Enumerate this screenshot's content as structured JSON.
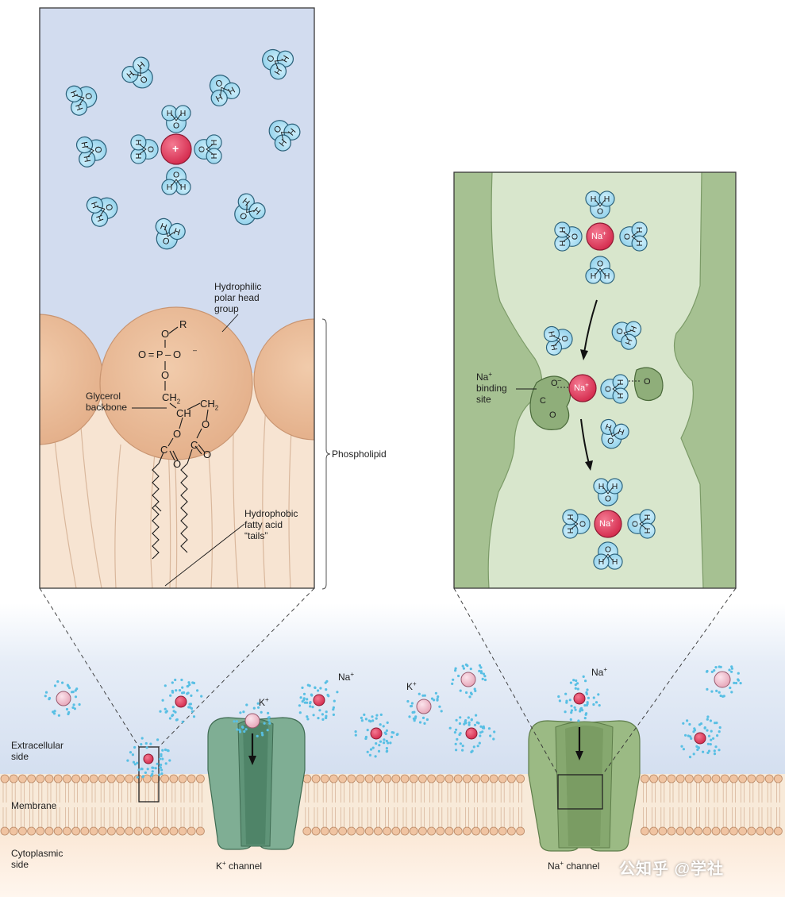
{
  "colors": {
    "extracellular_bg": "#d2dcef",
    "lipid_head": "#e9b995",
    "lipid_tail": "#f7e4d2",
    "water": "#9fd8ef",
    "cation": "#e2385a",
    "channel_green": "#6fa184",
    "channel_dark": "#4d7c62",
    "na_panel_bg": "#d9e6cd",
    "na_panel_wall": "#a7c192"
  },
  "left_panel": {
    "callout_hydrophilic": [
      "Hydrophilic",
      "polar head",
      "group"
    ],
    "callout_glycerol": [
      "Glycerol",
      "backbone"
    ],
    "callout_hydrophobic": [
      "Hydrophobic",
      "fatty acid",
      "“tails”"
    ],
    "brace_label": "Phospholipid",
    "cation_symbol": "+",
    "chem": {
      "r": "R",
      "o_top": "O",
      "o_eq_p": "O = P – O",
      "o_minus": "–",
      "o_mid": "O",
      "ch2_top": "CH",
      "ch_center": "CH",
      "ch2_right": "CH",
      "o_left": "O",
      "o_right": "O",
      "c_left": "C",
      "c_right": "C",
      "o_carbonyl_left": "O",
      "o_carbonyl_right": "O",
      "sub2": "2"
    }
  },
  "right_panel": {
    "na_label": "Na",
    "na_sup": "+",
    "binding_site": [
      "Na",
      "binding",
      "site"
    ],
    "binding_site_sup": "+",
    "carboxyl_o_minus": "O",
    "carboxyl_c": "C",
    "carboxyl_o": "O",
    "hydroxyl_o": "O"
  },
  "bottom": {
    "extracellular_side": [
      "Extracellular",
      "side"
    ],
    "membrane": "Membrane",
    "cytoplasmic_side": [
      "Cytoplasmic",
      "side"
    ],
    "k_channel": "channel",
    "k_channel_prefix": "K",
    "na_channel": "channel",
    "na_channel_prefix": "Na",
    "k_ion_label": "K",
    "na_ion_label_left": "Na",
    "k_ion_label_2": "K",
    "na_ion_label_right": "Na",
    "plus": "+"
  },
  "water_atoms": {
    "h": "H",
    "o": "O"
  },
  "watermark": "公知乎 @学社"
}
